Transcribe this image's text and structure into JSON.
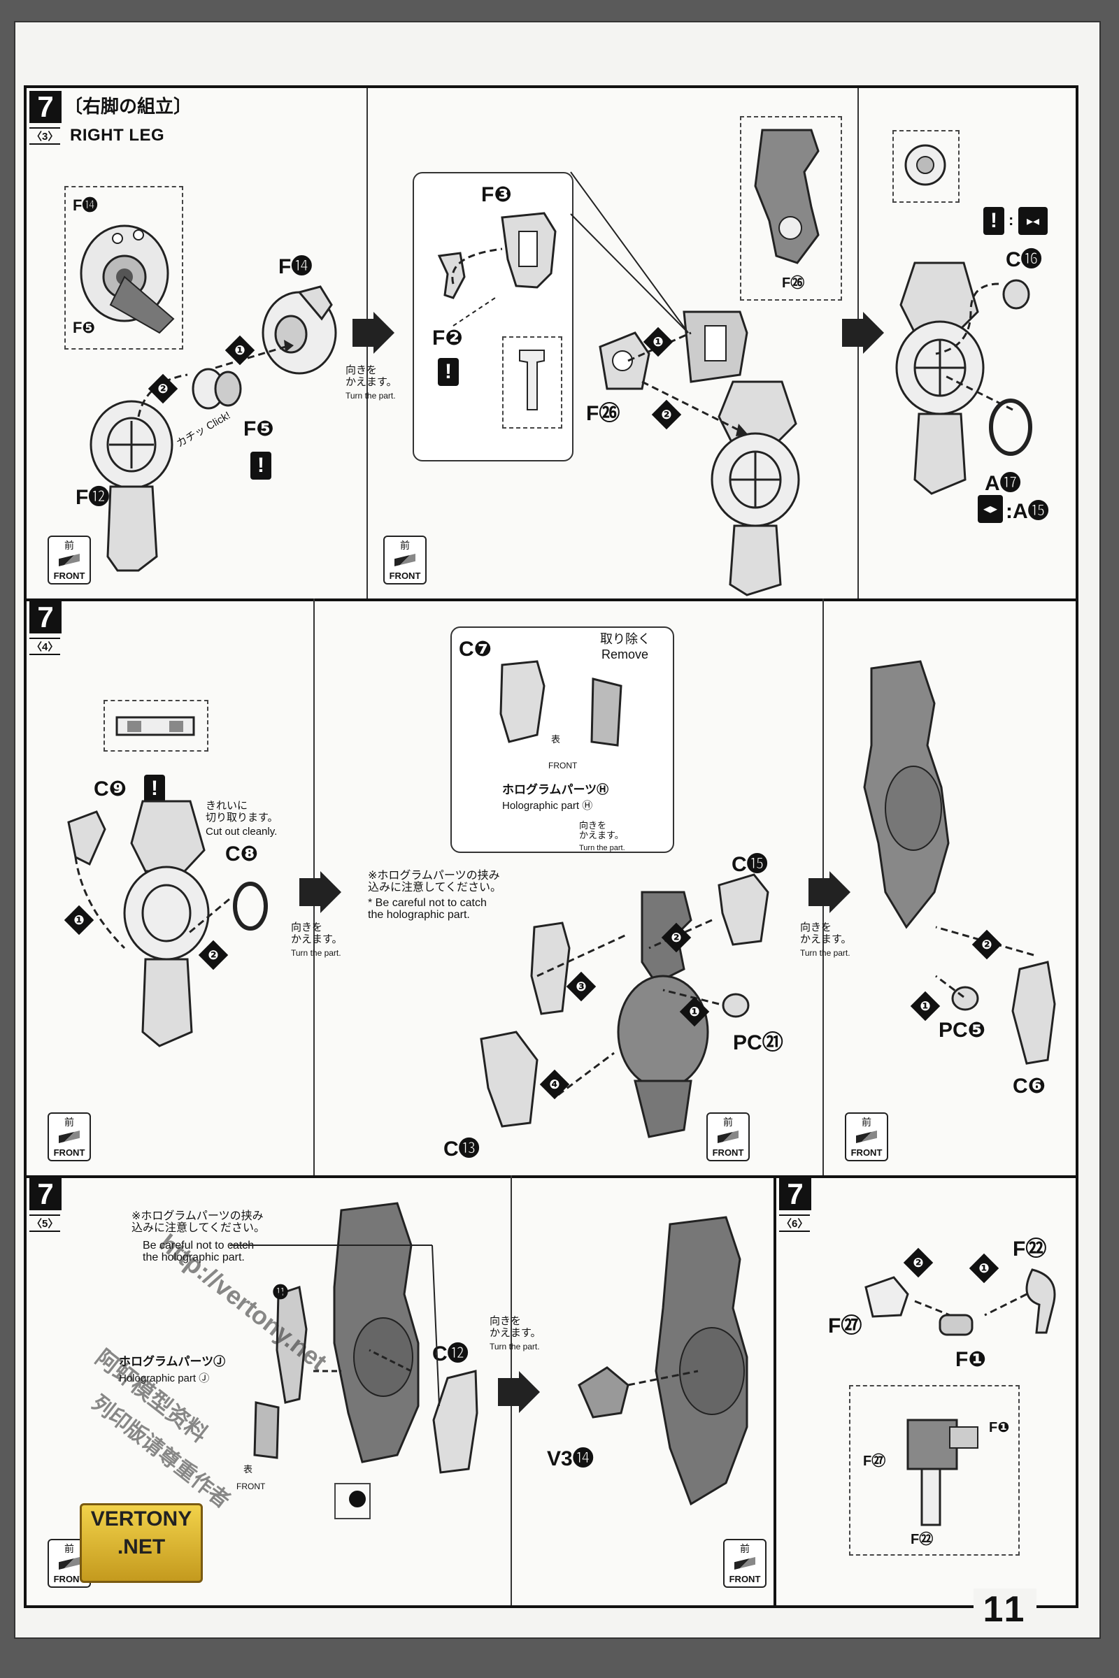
{
  "page": {
    "number": "11"
  },
  "step3": {
    "step": "7",
    "sub": "〈3〉",
    "title_jp": "〔右脚の組立〕",
    "title_en": "RIGHT LEG",
    "labels": {
      "f14_inset": "F",
      "f14_inset_n": "⓮",
      "f5_inset": "F",
      "f5_inset_n": "❺",
      "f14": "F",
      "f14_n": "⓮",
      "f12": "F",
      "f12_n": "⓬",
      "f5": "F",
      "f5_n": "❺",
      "click": "カチッ Click!",
      "f3": "F",
      "f3_n": "❸",
      "f2": "F",
      "f2_n": "❷",
      "f26_inset": "F",
      "f26_inset_n": "㉖",
      "f26": "F",
      "f26_n": "㉖",
      "c16": "C",
      "c16_n": "⓰",
      "a17": "A",
      "a17_n": "⓱",
      "a15": ":A",
      "a15_n": "⓯"
    },
    "turn_jp": "向きを\nかえます。",
    "turn_en": "Turn the part."
  },
  "step4": {
    "step": "7",
    "sub": "〈4〉",
    "labels": {
      "c9": "C",
      "c9_n": "❾",
      "c8": "C",
      "c8_n": "❽",
      "cut_jp": "きれいに\n切り取ります。",
      "cut_en": "Cut out cleanly.",
      "c7": "C",
      "c7_n": "❼",
      "remove_jp": "取り除く",
      "remove_en": "Remove",
      "omote": "表",
      "front": "FRONT",
      "holo_jp": "ホログラムパーツ",
      "holo_n": "Ⓗ",
      "holo_en": "Holographic part",
      "careful_jp": "※ホログラムパーツの挟み\n込みに注意してください。",
      "careful_en": "* Be careful not to catch\nthe holographic part.",
      "c15": "C",
      "c15_n": "⓯",
      "pc21": "PC",
      "pc21_n": "㉑",
      "c13": "C",
      "c13_n": "⓭",
      "pc5": "PC",
      "pc5_n": "❺",
      "c6": "C",
      "c6_n": "❻"
    },
    "turn_jp": "向きを\nかえます。",
    "turn_en": "Turn the part."
  },
  "step5": {
    "step": "7",
    "sub": "〈5〉",
    "labels": {
      "careful_jp": "※ホログラムパーツの挟み\n込みに注意してください。",
      "careful_en": "Be careful not to catch\nthe holographic part.",
      "holo_jp": "ホログラムパーツ",
      "holo_n": "Ⓙ",
      "holo_en": "Holographic part",
      "c12": "C",
      "c12_n": "⓬",
      "v3_14": "V3",
      "v3_14_n": "⓮",
      "omote": "表",
      "front": "FRONT",
      "n11": "⓫"
    },
    "turn_jp": "向きを\nかえます。",
    "turn_en": "Turn the part."
  },
  "step6": {
    "step": "7",
    "sub": "〈6〉",
    "labels": {
      "f22": "F",
      "f22_n": "㉒",
      "f27": "F",
      "f27_n": "㉗",
      "f1": "F",
      "f1_n": "❶",
      "f1_small": "F",
      "f1_small_n": "❶",
      "f27_small": "F",
      "f27_small_n": "㉗",
      "f22_small": "F",
      "f22_small_n": "㉒"
    }
  },
  "front_badge": {
    "jp": "前",
    "en": "FRONT"
  },
  "watermark": {
    "logo_line1": "VERTONY",
    "logo_line2": ".NET",
    "url": "http://vertony.net",
    "cjk1": "阿虾模型资料",
    "cjk2": "列印版请尊重作者"
  },
  "step_numbers": [
    "❶",
    "❷",
    "❸",
    "❹"
  ]
}
